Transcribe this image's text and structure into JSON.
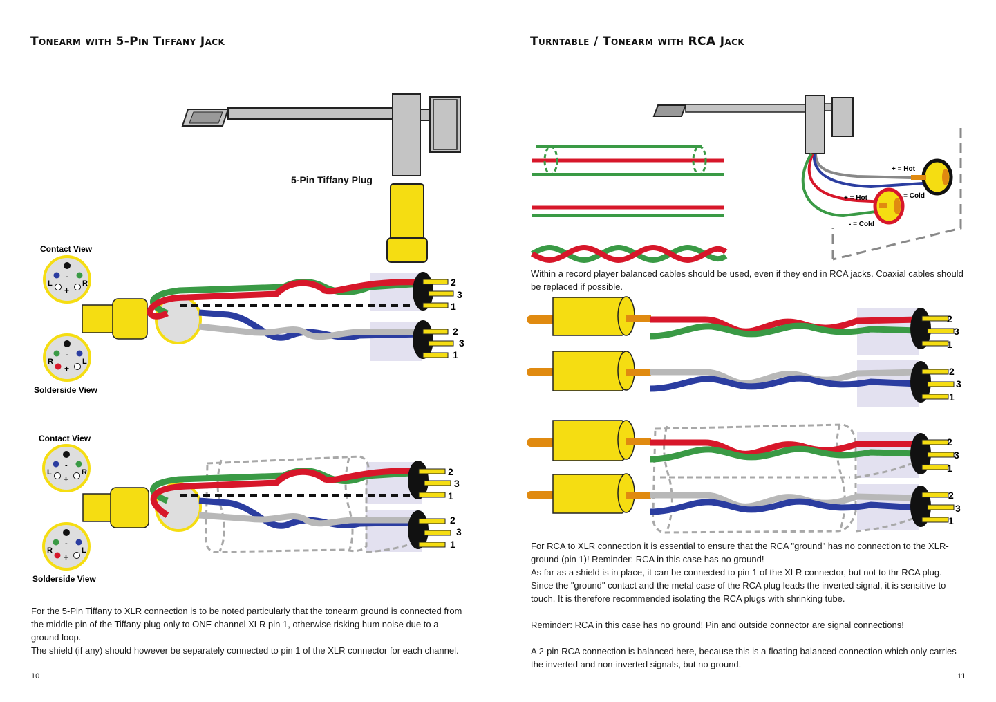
{
  "left": {
    "title": "Tonearm with 5-Pin Tiffany Jack",
    "plug_label": "5-Pin Tiffany Plug",
    "contact_view": "Contact View",
    "solderside_view": "Solderside View",
    "pin_L": "L",
    "pin_R": "R",
    "pin_plus": "+",
    "pin_minus": "-",
    "xlr_pins": [
      "2",
      "3",
      "1"
    ],
    "paragraphs": [
      "For the 5-Pin Tiffany to XLR connection is to be noted particularly that the tonearm ground is connected from the middle pin of the Tiffany-plug only to ONE channel XLR pin 1, otherwise risking hum noise due to a ground loop.",
      "The shield (if any) should however be separately connected to pin 1 of the XLR connector for each channel."
    ],
    "page_number": "10"
  },
  "right": {
    "title": "Turntable / Tonearm with RCA Jack",
    "hot_label": "+ = Hot",
    "cold_label": "- = Cold",
    "xlr_pins": [
      "2",
      "3",
      "1"
    ],
    "caption_1": "Within a record player balanced cables should be used, even if they end in RCA jacks. Coaxial cables should be replaced if possible.",
    "paragraphs": [
      "For RCA to XLR connection it is essential to ensure that the RCA \"ground\" has no connection to the XLR-ground (pin 1)! Reminder: RCA in this case has no ground!",
      "As far as a shield is in place, it can be connected to pin 1 of the XLR connector, but not to thr RCA plug. Since the \"ground\" contact and the metal case of the RCA plug leads the inverted signal, it is sensitive to touch. It is therefore recommended isolating the RCA plugs with shrinking tube.",
      "",
      "Reminder: RCA in this case has no ground! Pin and outside connector are signal connections!",
      "",
      "A 2-pin RCA connection is balanced here, because this is a floating balanced connection which only carries the inverted and non-inverted signals, but no ground."
    ],
    "page_number": "11"
  },
  "colors": {
    "red": "#d7172a",
    "green": "#3a9a45",
    "blue": "#2b3da0",
    "gray": "#b8b8b8",
    "yellow": "#f5dd12",
    "orange": "#e08a10",
    "lavender": "#e3e1f0",
    "tonearm_gray": "#c4c4c4"
  }
}
